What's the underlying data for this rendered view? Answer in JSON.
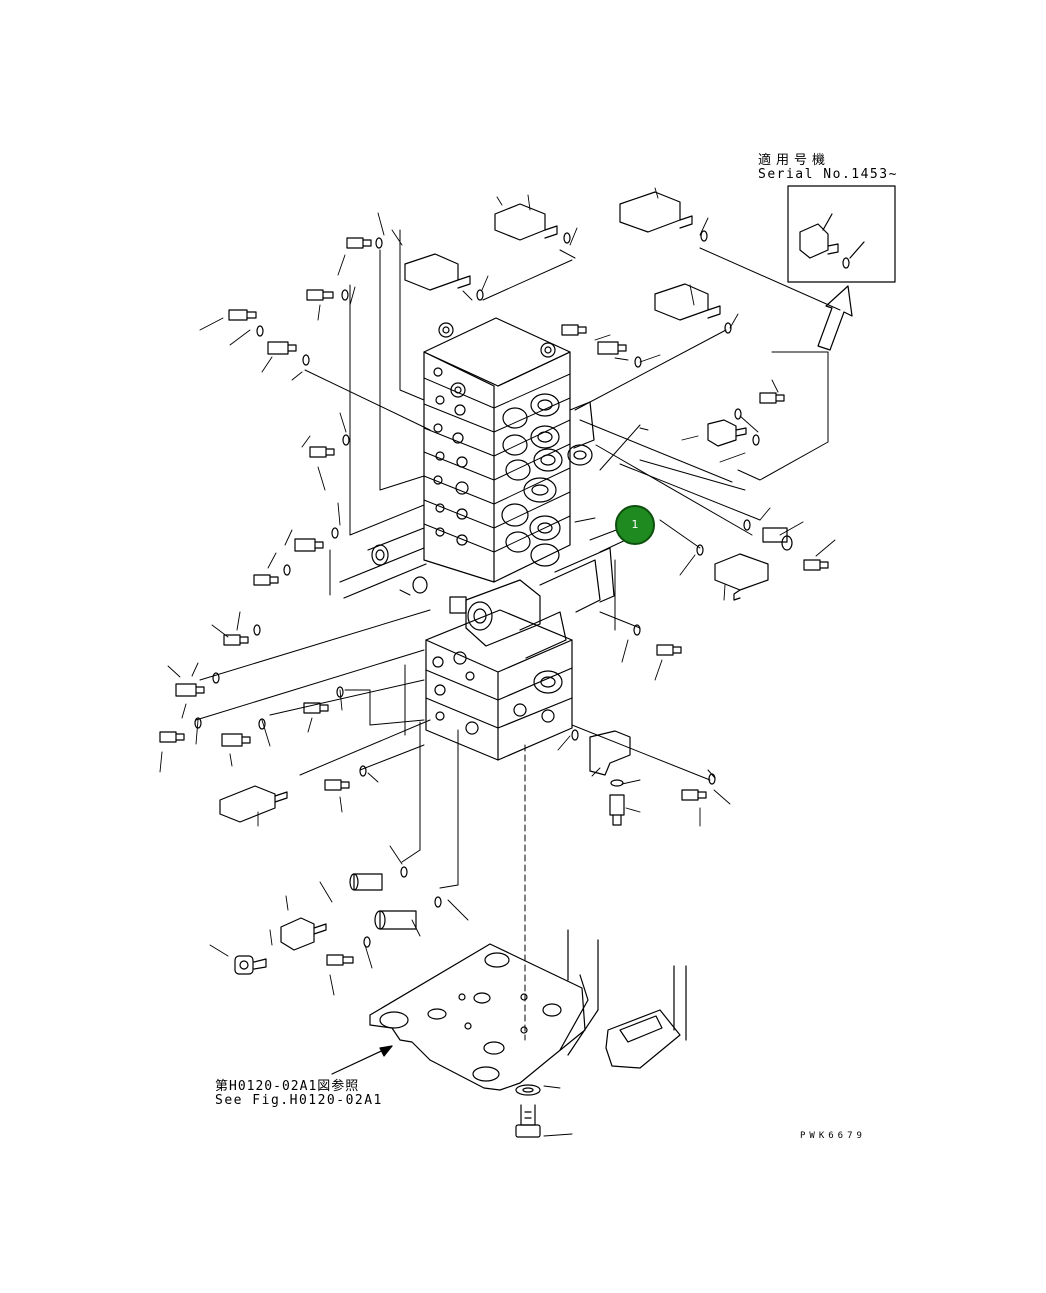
{
  "serial_note": {
    "label_ja": "適用号機",
    "label_en": "Serial No.1453~"
  },
  "figure_ref": {
    "label_ja": "第H0120-02A1図参照",
    "label_en": "See Fig.H0120-02A1"
  },
  "drawing_code": "PWK6679",
  "callouts": [
    {
      "number": "1",
      "color": "#1f8a1f"
    }
  ],
  "icons": [
    "control-valve-drawing",
    "fitting-icon",
    "o-ring-icon",
    "arrow-icon"
  ]
}
